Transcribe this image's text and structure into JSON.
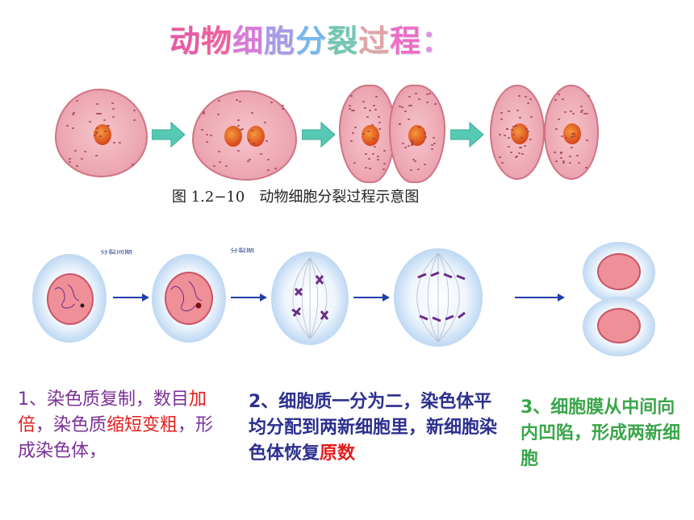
{
  "title": {
    "chars": [
      "动",
      "物",
      "细",
      "胞",
      "分",
      "裂",
      "过",
      "程",
      "："
    ],
    "colors": [
      "#e85aa5",
      "#ee5fa0",
      "#d97ad8",
      "#a89ae8",
      "#76b7ec",
      "#72c7b4",
      "#e0a4a8",
      "#ee6ec7",
      "#d894e0"
    ]
  },
  "figure_caption": "图 1.2−10　动物细胞分裂过程示意图",
  "mitosis_labels": {
    "label_a": "分裂间期",
    "label_b": "分裂期"
  },
  "colors": {
    "purple": "#7b2f99",
    "navy": "#2b2f8f",
    "green": "#3aa64a",
    "red": "#e31c1c",
    "arrow_teal": "#4fc3b0",
    "arrow_blue": "#1f3fa8"
  },
  "paragraphs": {
    "p1": {
      "a": "1、染色质复制，数目",
      "b": "加倍",
      "c": "，染色质",
      "d": "缩短变粗",
      "e": "，形成染色体，"
    },
    "p2": {
      "a": "2、细胞质一分为二，染色体平均分配到两新细胞里，新细胞染色体恢复",
      "b": "原数"
    },
    "p3": {
      "a": "3、细胞膜从中间向内凹陷，形成两新细胞"
    }
  }
}
